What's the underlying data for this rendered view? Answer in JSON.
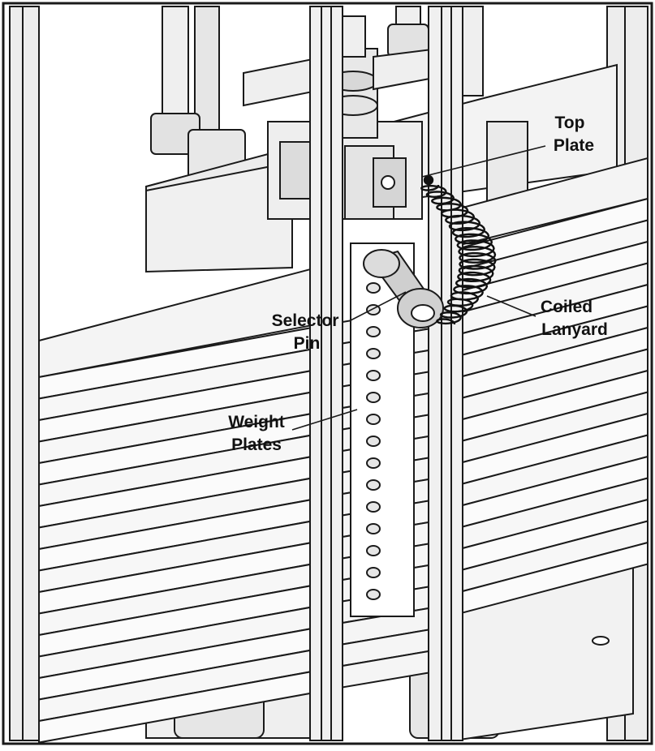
{
  "labels": {
    "top_plate": [
      "Top",
      "Plate"
    ],
    "selector_pin": [
      "Selector",
      "Pin"
    ],
    "coiled_lanyard": [
      "Coiled",
      "Lanyard"
    ],
    "weight_plates": [
      "Weight",
      "Plates"
    ]
  },
  "weight_stack": {
    "plate_count": 17
  },
  "colors": {
    "line": "#1a1a1a",
    "metal_light": "#f2f2f2",
    "metal_mid": "#d9d9d9",
    "metal_dark": "#b8b8b8",
    "pin": "#c9c9c9"
  }
}
